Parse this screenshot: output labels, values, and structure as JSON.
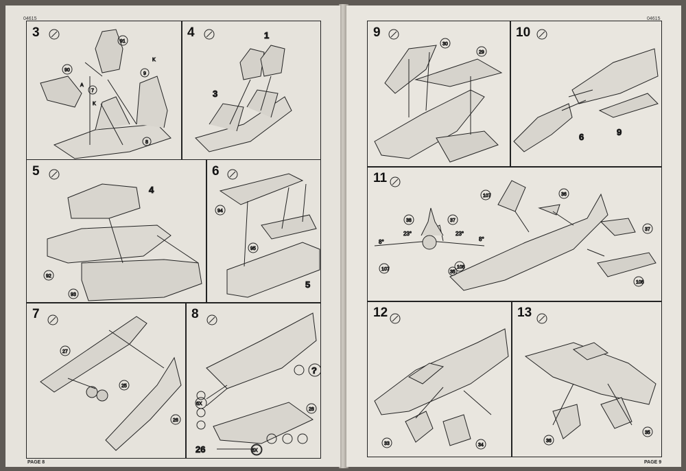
{
  "page_codes": {
    "left": "04615",
    "right": "04615"
  },
  "footers": {
    "left": "PAGE 8",
    "right": "PAGE 9"
  },
  "steps": [
    {
      "number": "3",
      "callouts": [
        "91",
        "90",
        "7",
        "9",
        "8"
      ],
      "flags": [
        "A",
        "K",
        "K"
      ]
    },
    {
      "number": "4",
      "callouts": [
        "1",
        "3"
      ]
    },
    {
      "number": "5",
      "callouts": [
        "4",
        "92",
        "93"
      ]
    },
    {
      "number": "6",
      "callouts": [
        "94",
        "95",
        "5"
      ]
    },
    {
      "number": "7",
      "callouts": [
        "27",
        "25",
        "26"
      ]
    },
    {
      "number": "8",
      "callouts": [
        "6X",
        "28",
        "6X",
        "26"
      ]
    },
    {
      "number": "9",
      "callouts": [
        "30",
        "29"
      ]
    },
    {
      "number": "10",
      "callouts": [
        "6",
        "9"
      ]
    },
    {
      "number": "11",
      "callouts": [
        "107",
        "36",
        "38",
        "37",
        "37",
        "108",
        "35",
        "107",
        "108"
      ],
      "angles": [
        "8°",
        "23°",
        "23°",
        "8°"
      ]
    },
    {
      "number": "12",
      "callouts": [
        "33",
        "34"
      ]
    },
    {
      "number": "13",
      "callouts": [
        "36",
        "35"
      ]
    }
  ],
  "colors": {
    "paper": "#e6e3dc",
    "ink": "#111111",
    "background": "#5f5a55"
  }
}
